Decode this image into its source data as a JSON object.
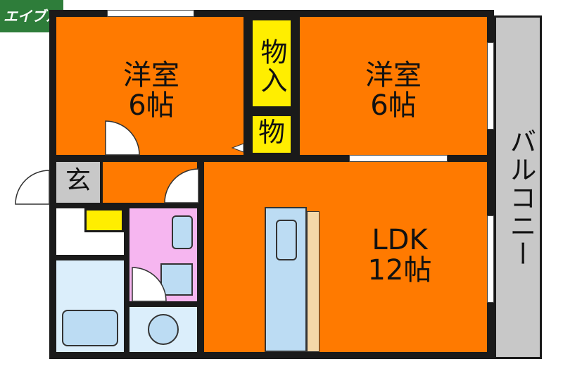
{
  "logo": {
    "text": "エイブル"
  },
  "rooms": {
    "western_left": {
      "name": "洋室",
      "size": "6帖"
    },
    "western_right": {
      "name": "洋室",
      "size": "6帖"
    },
    "ldk": {
      "name": "LDK",
      "size": "12帖"
    },
    "storage_top": "物入",
    "storage_bottom": "物",
    "entrance": "玄",
    "balcony": "バルコニー"
  },
  "colors": {
    "room": "#ff7a00",
    "storage": "#ffee00",
    "balcony": "#c8c8c8",
    "toilet_area": "#f6b6f0",
    "fixture": "#bcdcf3",
    "wall": "#1a1a1a"
  }
}
